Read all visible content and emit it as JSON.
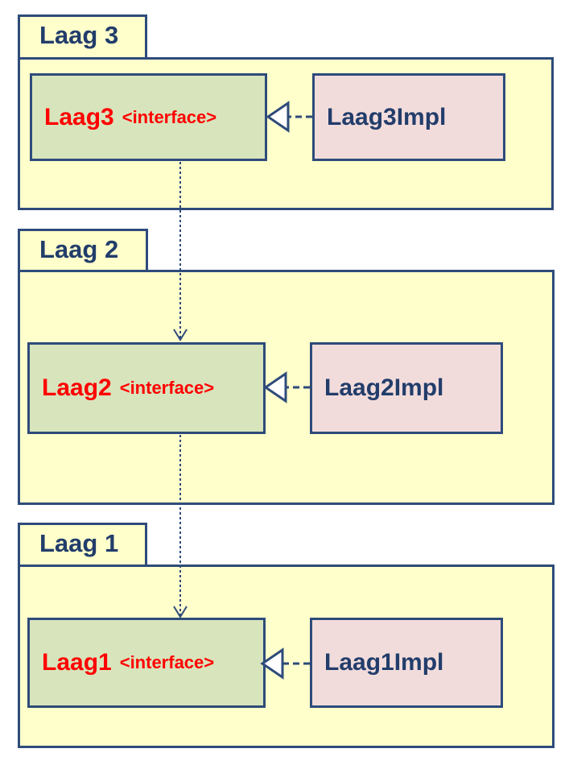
{
  "colors": {
    "package_fill": "#ffffcc",
    "border": "#2e4b7a",
    "interface_fill": "#d8e4bc",
    "impl_fill": "#f2dcdb",
    "interface_text": "#ff0000",
    "impl_text": "#223d6b"
  },
  "layers": [
    {
      "package": "Laag 3",
      "interface": "Laag3",
      "stereotype": "<interface>",
      "implementation": "Laag3Impl"
    },
    {
      "package": "Laag 2",
      "interface": "Laag2",
      "stereotype": "<interface>",
      "implementation": "Laag2Impl"
    },
    {
      "package": "Laag 1",
      "interface": "Laag1",
      "stereotype": "<interface>",
      "implementation": "Laag1Impl"
    }
  ]
}
